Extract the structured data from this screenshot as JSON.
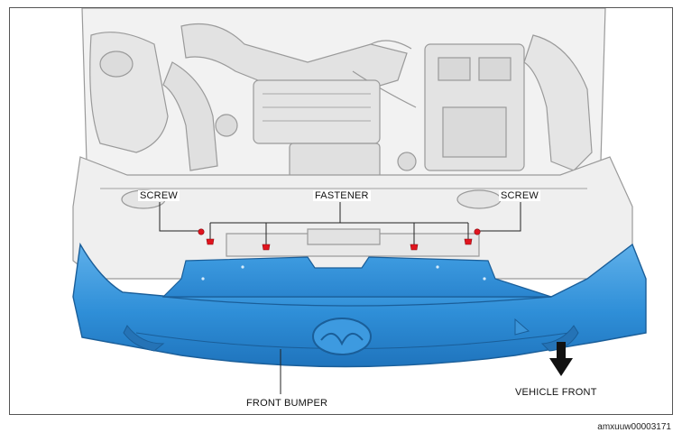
{
  "labels": {
    "screw_left": "SCREW",
    "screw_right": "SCREW",
    "fastener": "FASTENER",
    "front_bumper": "FRONT BUMPER",
    "vehicle_front": "VEHICLE FRONT"
  },
  "figure_code": "amxuuw00003171",
  "colors": {
    "bumper_fill": "#2f8fd8",
    "bumper_edge": "#1a5e99",
    "engine_line": "#9a9a9a",
    "engine_fill": "#e9e9e9",
    "fastener_marker": "#e0141e",
    "leader_line": "#222222"
  }
}
